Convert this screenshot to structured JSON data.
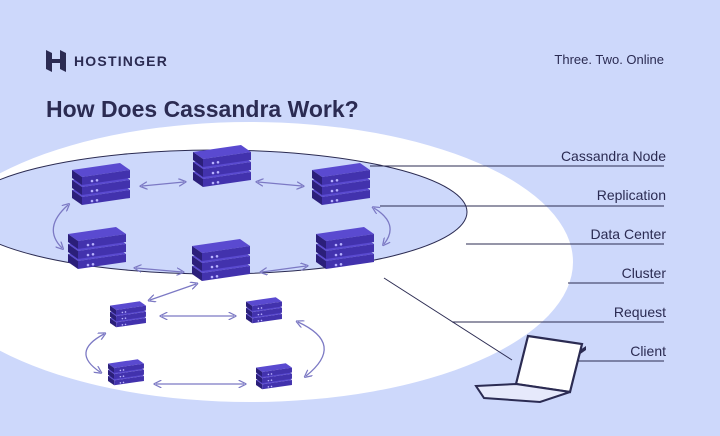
{
  "brand": {
    "name": "HOSTINGER",
    "logo_icon": "hostinger-h-icon"
  },
  "header": {
    "tagline": "Three. Two. Online"
  },
  "title": "How Does Cassandra Work?",
  "labels": {
    "cassandra_node": "Cassandra Node",
    "replication": "Replication",
    "data_center": "Data Center",
    "cluster": "Cluster",
    "request": "Request",
    "client": "Client"
  },
  "colors": {
    "background": "#cdd8fb",
    "ring": "#ffffff",
    "node_purple": "#4a3bb8",
    "node_dark": "#2b1f7a",
    "text": "#2b2b52"
  },
  "icons": {
    "node": "server-stack-icon",
    "client": "laptop-icon",
    "replication": "double-arrow-icon"
  }
}
